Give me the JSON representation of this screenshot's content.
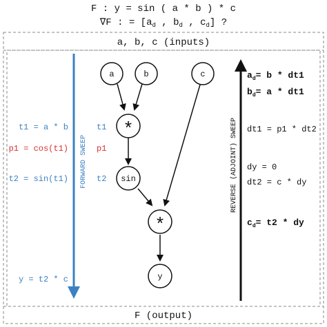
{
  "header": {
    "line1": "F : y = sin ( a * b ) * c",
    "line2_prefix": "∇F :   = [a",
    "line2_sub_a": "d",
    "line2_mid1": " , b",
    "line2_sub_b": "d",
    "line2_mid2": " , c",
    "line2_sub_c": "d",
    "line2_suffix": "] ?"
  },
  "inputs_label": "a, b, c (inputs)",
  "output_label": "F (output)",
  "forward": {
    "label": "FORWARD SWEEP",
    "color": "#3b82c4",
    "steps": [
      {
        "text": "t1 = a * b",
        "color": "#3b82c4"
      },
      {
        "text": "p1 = cos(t1)",
        "color": "#d93030"
      },
      {
        "text": "t2 = sin(t1)",
        "color": "#3b82c4"
      },
      {
        "text": "y = t2 * c",
        "color": "#3b82c4"
      }
    ]
  },
  "reverse": {
    "label": "REVERSE (ADJOINT) SWEEP",
    "steps": [
      {
        "base": "a",
        "sub": "d",
        "rest": "= b * dt1",
        "bold": true
      },
      {
        "base": "b",
        "sub": "d",
        "rest": "= a * dt1",
        "bold": true
      },
      {
        "base": "",
        "sub": "",
        "rest": "dt1 = p1 * dt2",
        "bold": false
      },
      {
        "base": "",
        "sub": "",
        "rest": "dy = 0",
        "bold": false
      },
      {
        "base": "",
        "sub": "",
        "rest": "dt2 = c * dy",
        "bold": false
      },
      {
        "base": "c",
        "sub": "d",
        "rest": "= t2 * dy",
        "bold": true
      }
    ]
  },
  "graph": {
    "nodes": {
      "a": "a",
      "b": "b",
      "c": "c",
      "mul1": "*",
      "sin": "sin",
      "mul2": "*",
      "y": "y"
    },
    "edge_labels": {
      "t1": "t1",
      "p1": "p1",
      "t2": "t2"
    },
    "edge_label_colors": {
      "t1": "#3b82c4",
      "p1": "#d93030",
      "t2": "#3b82c4"
    }
  }
}
